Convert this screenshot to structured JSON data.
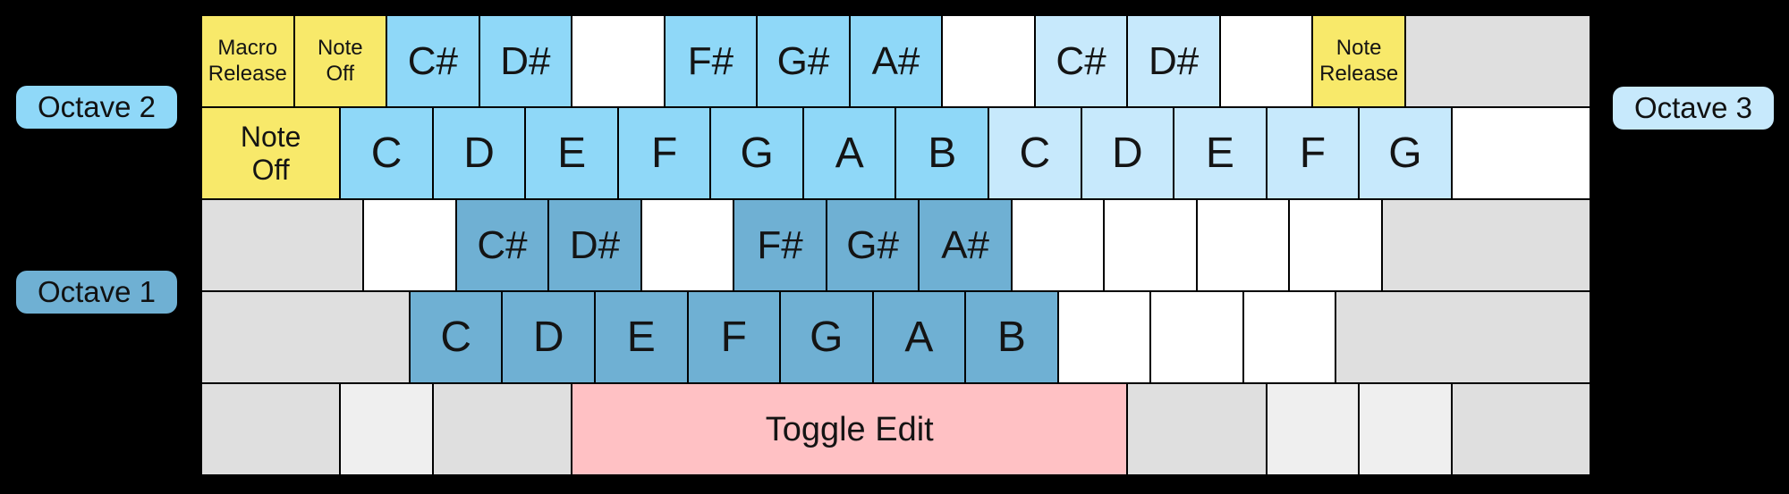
{
  "labels": {
    "octave1": "Octave 1",
    "octave2": "Octave 2",
    "octave3": "Octave 3"
  },
  "colors": {
    "background": "#000000",
    "key_border": "#000000",
    "text": "#141414",
    "octave1": "#6fb0d3",
    "octave2": "#8fd8f8",
    "octave3": "#c7e9fc",
    "macro": "#f8e96a",
    "toggle": "#ffc1c4",
    "blank": "#ffffff",
    "modifier": "#dfdfdf",
    "modifier_light": "#efefef"
  },
  "keyboard": {
    "rows": [
      {
        "keys": [
          {
            "name": "key-macro-release",
            "color": "macro",
            "units": 1,
            "size": "s",
            "lines": [
              "Macro",
              "Release"
            ]
          },
          {
            "name": "key-note-off-sharp-row",
            "color": "macro",
            "units": 1,
            "size": "s",
            "lines": [
              "Note",
              "Off"
            ]
          },
          {
            "name": "key-csharp2",
            "color": "octave2",
            "units": 1,
            "size": "sharp",
            "label": "C#"
          },
          {
            "name": "key-dsharp2",
            "color": "octave2",
            "units": 1,
            "size": "sharp",
            "label": "D#"
          },
          {
            "name": "key-blank",
            "color": "blank",
            "units": 1
          },
          {
            "name": "key-fsharp2",
            "color": "octave2",
            "units": 1,
            "size": "sharp",
            "label": "F#"
          },
          {
            "name": "key-gsharp2",
            "color": "octave2",
            "units": 1,
            "size": "sharp",
            "label": "G#"
          },
          {
            "name": "key-asharp2",
            "color": "octave2",
            "units": 1,
            "size": "sharp",
            "label": "A#"
          },
          {
            "name": "key-blank",
            "color": "blank",
            "units": 1
          },
          {
            "name": "key-csharp3",
            "color": "octave3",
            "units": 1,
            "size": "sharp",
            "label": "C#"
          },
          {
            "name": "key-dsharp3",
            "color": "octave3",
            "units": 1,
            "size": "sharp",
            "label": "D#"
          },
          {
            "name": "key-blank",
            "color": "blank",
            "units": 1
          },
          {
            "name": "key-note-release",
            "color": "macro",
            "units": 1,
            "size": "s",
            "lines": [
              "Note",
              "Release"
            ]
          },
          {
            "name": "key-modifier",
            "color": "modifier",
            "units": 2
          }
        ]
      },
      {
        "keys": [
          {
            "name": "key-note-off",
            "color": "macro",
            "units": 1.5,
            "size": "m",
            "lines": [
              "Note",
              "Off"
            ]
          },
          {
            "name": "key-c2",
            "color": "octave2",
            "units": 1,
            "size": "l",
            "label": "C"
          },
          {
            "name": "key-d2",
            "color": "octave2",
            "units": 1,
            "size": "l",
            "label": "D"
          },
          {
            "name": "key-e2",
            "color": "octave2",
            "units": 1,
            "size": "l",
            "label": "E"
          },
          {
            "name": "key-f2",
            "color": "octave2",
            "units": 1,
            "size": "l",
            "label": "F"
          },
          {
            "name": "key-g2",
            "color": "octave2",
            "units": 1,
            "size": "l",
            "label": "G"
          },
          {
            "name": "key-a2",
            "color": "octave2",
            "units": 1,
            "size": "l",
            "label": "A"
          },
          {
            "name": "key-b2",
            "color": "octave2",
            "units": 1,
            "size": "l",
            "label": "B"
          },
          {
            "name": "key-c3",
            "color": "octave3",
            "units": 1,
            "size": "l",
            "label": "C"
          },
          {
            "name": "key-d3",
            "color": "octave3",
            "units": 1,
            "size": "l",
            "label": "D"
          },
          {
            "name": "key-e3",
            "color": "octave3",
            "units": 1,
            "size": "l",
            "label": "E"
          },
          {
            "name": "key-f3",
            "color": "octave3",
            "units": 1,
            "size": "l",
            "label": "F"
          },
          {
            "name": "key-g3",
            "color": "octave3",
            "units": 1,
            "size": "l",
            "label": "G"
          },
          {
            "name": "key-blank",
            "color": "blank",
            "units": 1.5
          }
        ]
      },
      {
        "keys": [
          {
            "name": "key-modifier",
            "color": "modifier",
            "units": 1.75
          },
          {
            "name": "key-blank",
            "color": "blank",
            "units": 1
          },
          {
            "name": "key-csharp1",
            "color": "octave1",
            "units": 1,
            "size": "sharp",
            "label": "C#"
          },
          {
            "name": "key-dsharp1",
            "color": "octave1",
            "units": 1,
            "size": "sharp",
            "label": "D#"
          },
          {
            "name": "key-blank",
            "color": "blank",
            "units": 1
          },
          {
            "name": "key-fsharp1",
            "color": "octave1",
            "units": 1,
            "size": "sharp",
            "label": "F#"
          },
          {
            "name": "key-gsharp1",
            "color": "octave1",
            "units": 1,
            "size": "sharp",
            "label": "G#"
          },
          {
            "name": "key-asharp1",
            "color": "octave1",
            "units": 1,
            "size": "sharp",
            "label": "A#"
          },
          {
            "name": "key-blank",
            "color": "blank",
            "units": 1
          },
          {
            "name": "key-blank",
            "color": "blank",
            "units": 1
          },
          {
            "name": "key-blank",
            "color": "blank",
            "units": 1
          },
          {
            "name": "key-blank",
            "color": "blank",
            "units": 1
          },
          {
            "name": "key-modifier",
            "color": "modifier",
            "units": 2.25
          }
        ]
      },
      {
        "keys": [
          {
            "name": "key-modifier",
            "color": "modifier",
            "units": 2.25
          },
          {
            "name": "key-c1",
            "color": "octave1",
            "units": 1,
            "size": "l",
            "label": "C"
          },
          {
            "name": "key-d1",
            "color": "octave1",
            "units": 1,
            "size": "l",
            "label": "D"
          },
          {
            "name": "key-e1",
            "color": "octave1",
            "units": 1,
            "size": "l",
            "label": "E"
          },
          {
            "name": "key-f1",
            "color": "octave1",
            "units": 1,
            "size": "l",
            "label": "F"
          },
          {
            "name": "key-g1",
            "color": "octave1",
            "units": 1,
            "size": "l",
            "label": "G"
          },
          {
            "name": "key-a1",
            "color": "octave1",
            "units": 1,
            "size": "l",
            "label": "A"
          },
          {
            "name": "key-b1",
            "color": "octave1",
            "units": 1,
            "size": "l",
            "label": "B"
          },
          {
            "name": "key-blank",
            "color": "blank",
            "units": 1
          },
          {
            "name": "key-blank",
            "color": "blank",
            "units": 1
          },
          {
            "name": "key-blank",
            "color": "blank",
            "units": 1
          },
          {
            "name": "key-modifier",
            "color": "modifier",
            "units": 2.75
          }
        ]
      },
      {
        "keys": [
          {
            "name": "key-modifier",
            "color": "modifier",
            "units": 1.5
          },
          {
            "name": "key-modifier",
            "color": "modifier_light",
            "units": 1
          },
          {
            "name": "key-modifier",
            "color": "modifier",
            "units": 1.5
          },
          {
            "name": "key-toggle-edit",
            "color": "toggle",
            "units": 6,
            "size": "toggle",
            "label": "Toggle Edit"
          },
          {
            "name": "key-modifier",
            "color": "modifier",
            "units": 1.5
          },
          {
            "name": "key-modifier",
            "color": "modifier_light",
            "units": 1
          },
          {
            "name": "key-modifier",
            "color": "modifier_light",
            "units": 1
          },
          {
            "name": "key-modifier",
            "color": "modifier",
            "units": 1.5
          }
        ]
      }
    ]
  }
}
